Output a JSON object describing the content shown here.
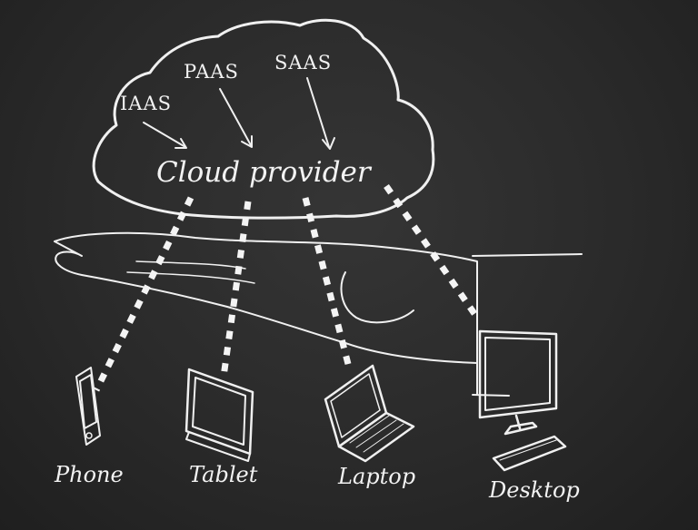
{
  "cloud": {
    "title": "Cloud provider",
    "services": [
      "IAAS",
      "PAAS",
      "SAAS"
    ]
  },
  "devices": [
    {
      "label": "Phone",
      "icon": "phone-icon"
    },
    {
      "label": "Tablet",
      "icon": "tablet-icon"
    },
    {
      "label": "Laptop",
      "icon": "laptop-icon"
    },
    {
      "label": "Desktop",
      "icon": "desktop-icon"
    }
  ],
  "colors": {
    "board": "#2b2b2b",
    "chalk": "#f0f0f0"
  }
}
